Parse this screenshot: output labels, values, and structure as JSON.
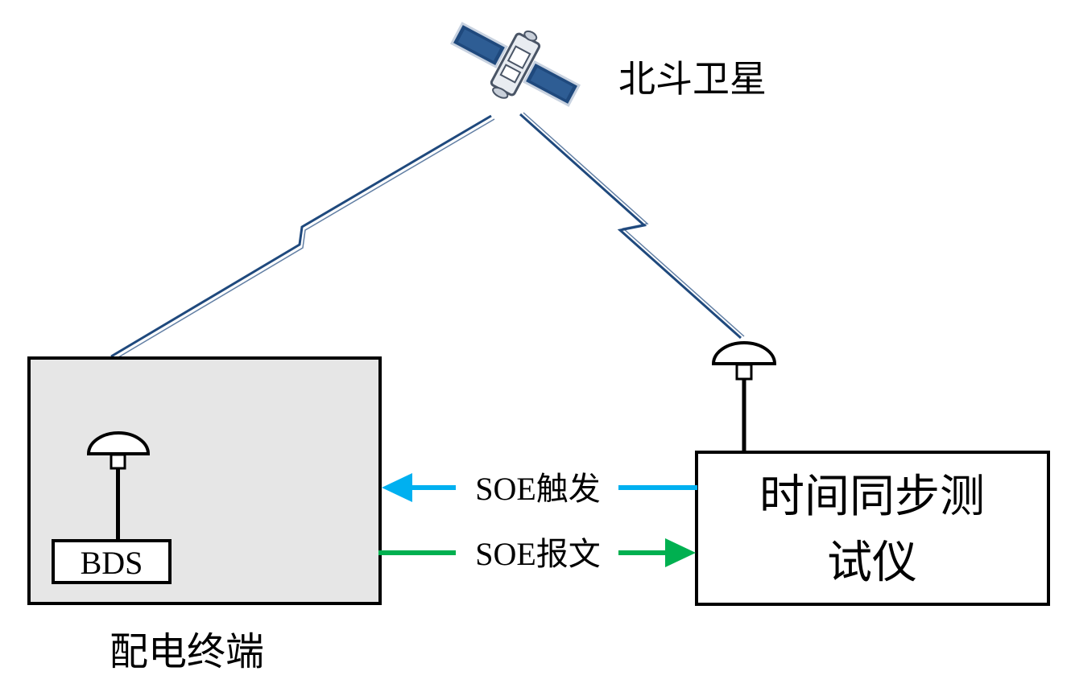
{
  "satellite": {
    "label": "北斗卫星",
    "icon": "satellite-icon"
  },
  "terminal": {
    "label": "配电终端",
    "module_label": "BDS",
    "fill": "#e6e6e6",
    "icon": "antenna-icon"
  },
  "tester": {
    "label_line1": "时间同步测",
    "label_line2": "试仪",
    "icon": "antenna-icon"
  },
  "links": {
    "trigger": {
      "label": "SOE触发",
      "color": "#00b0f0"
    },
    "message": {
      "label": "SOE报文",
      "color": "#00b050"
    }
  },
  "colors": {
    "radio_link": "#1f497d",
    "satellite_panel": "#1f497d",
    "outline": "#000000"
  }
}
